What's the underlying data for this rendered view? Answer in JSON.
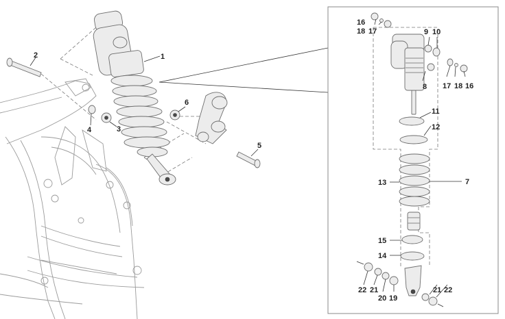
{
  "diagram": {
    "labels": {
      "l1": "1",
      "l2": "2",
      "l3": "3",
      "l4": "4",
      "l5": "5",
      "l6": "6",
      "l7": "7",
      "l8": "8",
      "l9": "9",
      "l10": "10",
      "l11": "11",
      "l12": "12",
      "l13": "13",
      "l14": "14",
      "l15": "15",
      "l16a": "16",
      "l16b": "16",
      "l17a": "17",
      "l17b": "17",
      "l18a": "18",
      "l18b": "18",
      "l19": "19",
      "l20": "20",
      "l21a": "21",
      "l21b": "21",
      "l22a": "22",
      "l22b": "22"
    }
  }
}
